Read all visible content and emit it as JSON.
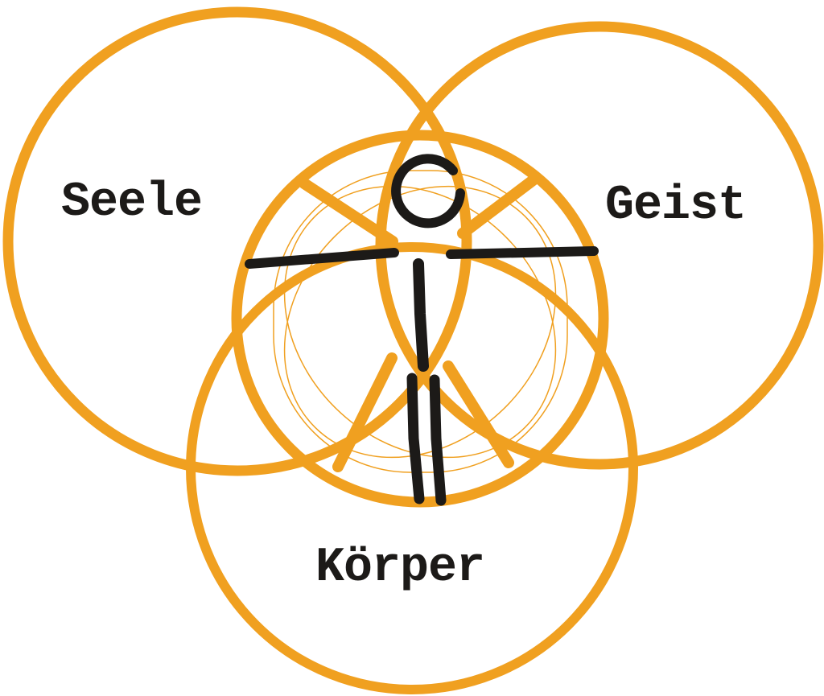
{
  "diagram": {
    "type": "venn",
    "colors": {
      "ring": "#F0A020",
      "figure": "#1C1A18",
      "background": "#FFFFFF"
    },
    "sets": [
      {
        "id": "seele",
        "label": "Seele",
        "position": "top-left"
      },
      {
        "id": "geist",
        "label": "Geist",
        "position": "top-right"
      },
      {
        "id": "koerper",
        "label": "Körper",
        "position": "bottom"
      }
    ],
    "center": {
      "description": "vitruvian-figure-in-circle"
    }
  }
}
